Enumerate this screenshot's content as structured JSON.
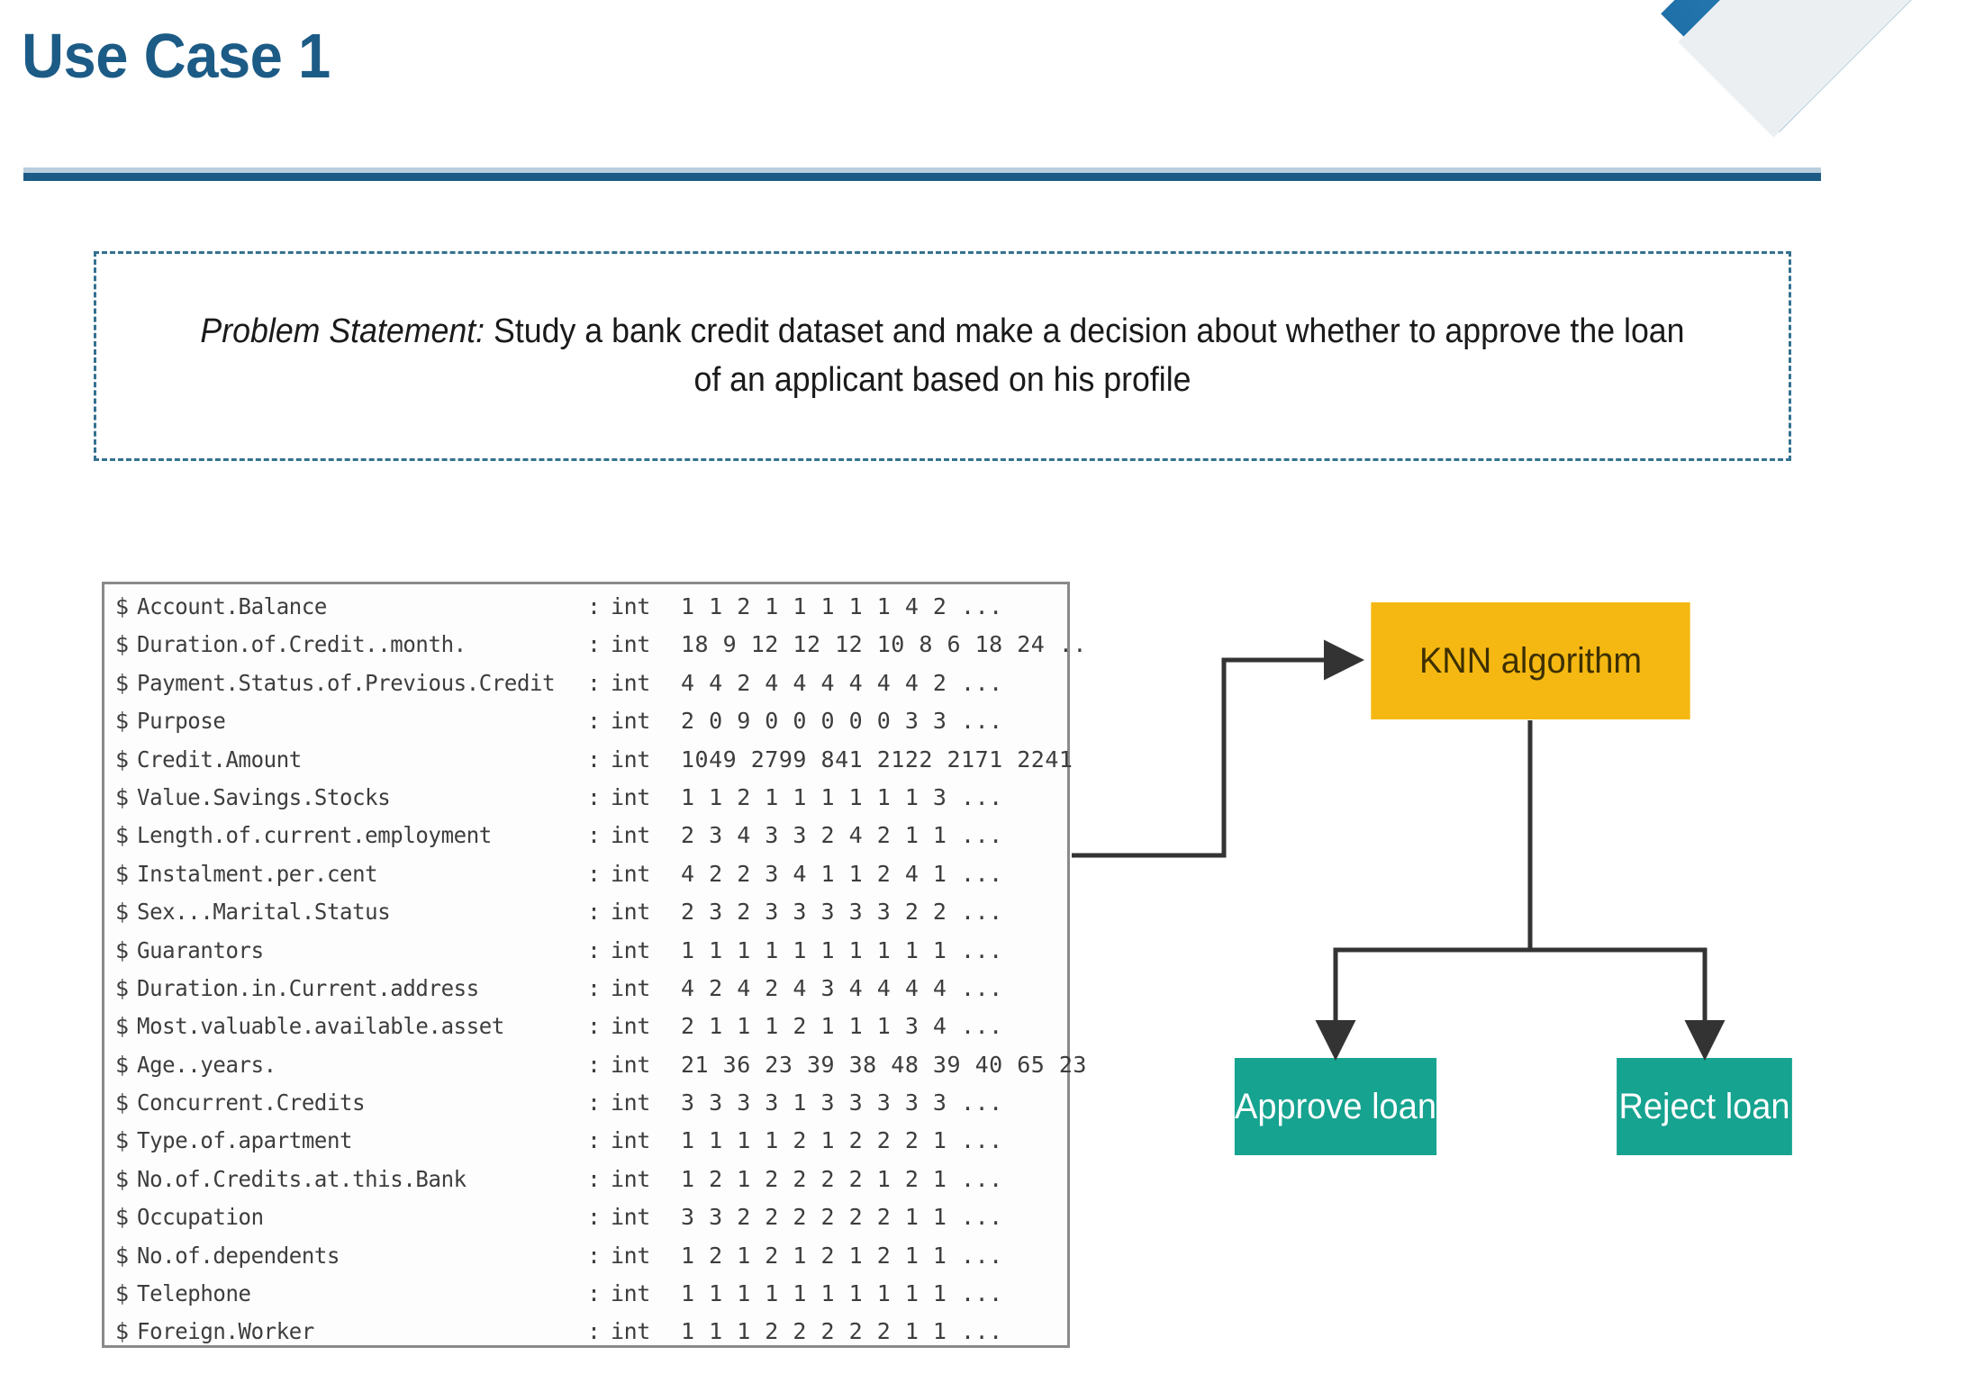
{
  "slide": {
    "title": "Use Case 1"
  },
  "problem": {
    "label": "Problem Statement:",
    "body": " Study a bank credit dataset and make a decision about whether to approve the loan of an applicant based on his profile"
  },
  "dataset": {
    "dollar": "$",
    "colon": ":",
    "type": "int",
    "ellipsis": "...",
    "rows": [
      {
        "name": "Account.Balance",
        "type": "int",
        "values": "1 1 2 1 1 1 1 1 4 2",
        "ellipsis": "..."
      },
      {
        "name": "Duration.of.Credit..month.",
        "type": "int",
        "values": "18 9 12 12 12 10 8 6 18 24",
        "ellipsis": ".."
      },
      {
        "name": "Payment.Status.of.Previous.Credit",
        "type": "int",
        "values": "4 4 2 4 4 4 4 4 4 2",
        "ellipsis": "..."
      },
      {
        "name": "Purpose",
        "type": "int",
        "values": "2 0 9 0 0 0 0 0 3 3",
        "ellipsis": "..."
      },
      {
        "name": "Credit.Amount",
        "type": "int",
        "values": "1049 2799 841 2122 2171 2241",
        "ellipsis": ""
      },
      {
        "name": "Value.Savings.Stocks",
        "type": "int",
        "values": "1 1 2 1 1 1 1 1 1 3",
        "ellipsis": "..."
      },
      {
        "name": "Length.of.current.employment",
        "type": "int",
        "values": "2 3 4 3 3 2 4 2 1 1",
        "ellipsis": "..."
      },
      {
        "name": "Instalment.per.cent",
        "type": "int",
        "values": "4 2 2 3 4 1 1 2 4 1",
        "ellipsis": "..."
      },
      {
        "name": "Sex...Marital.Status",
        "type": "int",
        "values": "2 3 2 3 3 3 3 3 2 2",
        "ellipsis": "..."
      },
      {
        "name": "Guarantors",
        "type": "int",
        "values": "1 1 1 1 1 1 1 1 1 1",
        "ellipsis": "..."
      },
      {
        "name": "Duration.in.Current.address",
        "type": "int",
        "values": "4 2 4 2 4 3 4 4 4 4",
        "ellipsis": "..."
      },
      {
        "name": "Most.valuable.available.asset",
        "type": "int",
        "values": "2 1 1 1 2 1 1 1 3 4",
        "ellipsis": "..."
      },
      {
        "name": "Age..years.",
        "type": "int",
        "values": "21 36 23 39 38 48 39 40 65 23",
        "ellipsis": ""
      },
      {
        "name": "Concurrent.Credits",
        "type": "int",
        "values": "3 3 3 3 1 3 3 3 3 3",
        "ellipsis": "..."
      },
      {
        "name": "Type.of.apartment",
        "type": "int",
        "values": "1 1 1 1 2 1 2 2 2 1",
        "ellipsis": "..."
      },
      {
        "name": "No.of.Credits.at.this.Bank",
        "type": "int",
        "values": "1 2 1 2 2 2 2 1 2 1",
        "ellipsis": "..."
      },
      {
        "name": "Occupation",
        "type": "int",
        "values": "3 3 2 2 2 2 2 2 1 1",
        "ellipsis": "..."
      },
      {
        "name": "No.of.dependents",
        "type": "int",
        "values": "1 2 1 2 1 2 1 2 1 1",
        "ellipsis": "..."
      },
      {
        "name": "Telephone",
        "type": "int",
        "values": "1 1 1 1 1 1 1 1 1 1",
        "ellipsis": "..."
      },
      {
        "name": "Foreign.Worker",
        "type": "int",
        "values": "1 1 1 2 2 2 2 2 1 1",
        "ellipsis": "..."
      }
    ]
  },
  "flow": {
    "algorithm_label": "KNN algorithm",
    "approve_label": "Approve loan",
    "reject_label": "Reject loan"
  },
  "colors": {
    "title": "#1c5b86",
    "rule": "#1c5b86",
    "dashed_border": "#34718f",
    "algorithm_box": "#f5b812",
    "outcome_box": "#16a390",
    "panel_border": "#8a8a8a",
    "connector": "#333333"
  }
}
